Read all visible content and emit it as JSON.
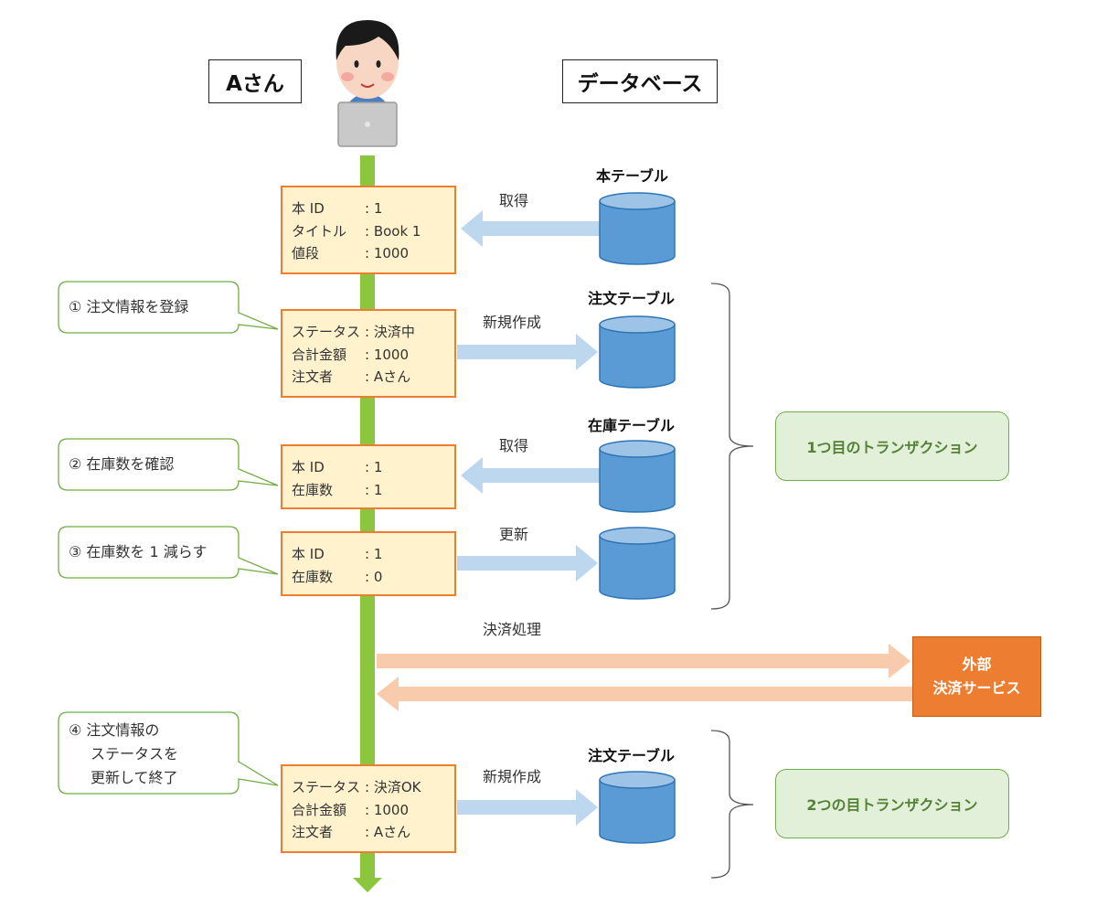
{
  "headers": {
    "user": "Aさん",
    "database": "データベース"
  },
  "cards": [
    {
      "rows": [
        {
          "key": "本 ID",
          "value": ": 1"
        },
        {
          "key": "タイトル",
          "value": ": Book 1"
        },
        {
          "key": "値段",
          "value": ": 1000"
        }
      ]
    },
    {
      "rows": [
        {
          "key": "ステータス",
          "value": ": 決済中"
        },
        {
          "key": "合計金額",
          "value": ": 1000"
        },
        {
          "key": "注文者",
          "value": ": Aさん"
        }
      ]
    },
    {
      "rows": [
        {
          "key": "本 ID",
          "value": ": 1"
        },
        {
          "key": "在庫数",
          "value": ": 1"
        }
      ]
    },
    {
      "rows": [
        {
          "key": "本 ID",
          "value": ": 1"
        },
        {
          "key": "在庫数",
          "value": ": 0"
        }
      ]
    },
    {
      "rows": [
        {
          "key": "ステータス",
          "value": ": 決済OK"
        },
        {
          "key": "合計金額",
          "value": ": 1000"
        },
        {
          "key": "注文者",
          "value": ": Aさん"
        }
      ]
    }
  ],
  "arrows": {
    "get_book": "取得",
    "create_order": "新規作成",
    "get_stock": "取得",
    "update_stock": "更新",
    "payment": "決済処理",
    "create_order_2": "新規作成"
  },
  "tables": {
    "book": "本テーブル",
    "order": "注文テーブル",
    "stock": "在庫テーブル",
    "order_2": "注文テーブル"
  },
  "steps": [
    {
      "lines": [
        "① 注文情報を登録"
      ]
    },
    {
      "lines": [
        "② 在庫数を確認"
      ]
    },
    {
      "lines": [
        "③ 在庫数を 1 減らす"
      ]
    },
    {
      "lines": [
        "④ 注文情報の",
        "ステータスを",
        "更新して終了"
      ]
    }
  ],
  "transactions": {
    "first": "1つ目のトランザクション",
    "second": "2つの目トランザクション"
  },
  "external_service": {
    "line1": "外部",
    "line2": "決済サービス"
  },
  "colors": {
    "timeline": "#8cc63f",
    "card_fill": "#fff2cc",
    "card_border": "#ed7d31",
    "db_arrow": "#bdd7ee",
    "payment_arrow": "#f8cbad",
    "cylinder": "#5b9bd5",
    "cylinder_top": "#9dc3e6",
    "transaction_fill": "#e2efd9",
    "transaction_border": "#70ad47",
    "external": "#ed7d31"
  },
  "icons": [
    "person-with-laptop-icon",
    "database-cylinder-icon"
  ]
}
